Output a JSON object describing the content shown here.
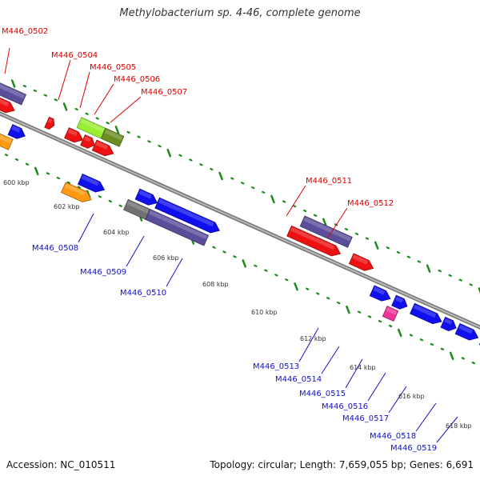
{
  "title": "Methylobacterium sp. 4-46, complete genome",
  "footer": {
    "accession": "Accession: NC_010511",
    "summary": "Topology: circular; Length: 7,659,055 bp; Genes: 6,691"
  },
  "colors": {
    "backbone": "#999999",
    "tick": "#1a8c1a",
    "label_forward": "#dd0000",
    "label_reverse": "#1111cc",
    "feature_blue": "#1010ee",
    "feature_red": "#ee1111",
    "feature_purple": "#5a4e9a",
    "feature_orange": "#ff9911",
    "feature_lime": "#99ee33",
    "feature_olive": "#6b8e23",
    "feature_gray": "#707070",
    "feature_pink": "#ee3399"
  },
  "scale_labels": [
    "600 kbp",
    "602 kbp",
    "604 kbp",
    "606 kbp",
    "608 kbp",
    "610 kbp",
    "612 kbp",
    "614 kbp",
    "616 kbp",
    "618 kbp"
  ],
  "gene_labels": {
    "forward": [
      "M446_0502",
      "M446_0504",
      "M446_0505",
      "M446_0506",
      "M446_0507",
      "M446_0511",
      "M446_0512"
    ],
    "reverse": [
      "M446_0508",
      "M446_0509",
      "M446_0510",
      "M446_0513",
      "M446_0514",
      "M446_0515",
      "M446_0516",
      "M446_0517",
      "M446_0518",
      "M446_0519"
    ]
  }
}
